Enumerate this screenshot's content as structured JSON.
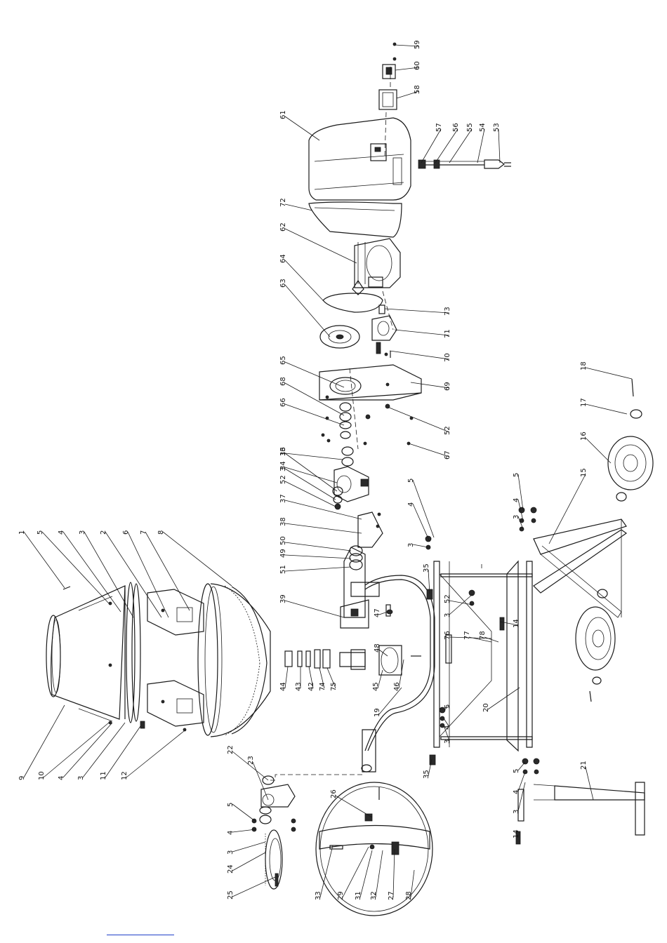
{
  "diagram": {
    "type": "exploded-parts-view",
    "part_numbers": [
      "1",
      "2",
      "3",
      "4",
      "5",
      "6",
      "7",
      "8",
      "9",
      "10",
      "11",
      "12",
      "13",
      "14",
      "15",
      "16",
      "17",
      "18",
      "19",
      "20",
      "21",
      "22",
      "23",
      "24",
      "25",
      "26",
      "27",
      "28",
      "29",
      "31",
      "32",
      "33",
      "34",
      "35",
      "36",
      "37",
      "38",
      "39",
      "42",
      "43",
      "44",
      "45",
      "46",
      "47",
      "48",
      "49",
      "50",
      "51",
      "52",
      "53",
      "54",
      "55",
      "56",
      "57",
      "58",
      "59",
      "60",
      "61",
      "62",
      "63",
      "64",
      "65",
      "66",
      "67",
      "68",
      "69",
      "70",
      "71",
      "72",
      "73",
      "74",
      "75",
      "76",
      "77",
      "78"
    ]
  },
  "callouts": [
    {
      "n": "1"
    },
    {
      "n": "5"
    },
    {
      "n": "4"
    },
    {
      "n": "3"
    },
    {
      "n": "2"
    },
    {
      "n": "6"
    },
    {
      "n": "7"
    },
    {
      "n": "8"
    },
    {
      "n": "9"
    },
    {
      "n": "10"
    },
    {
      "n": "4"
    },
    {
      "n": "3"
    },
    {
      "n": "11"
    },
    {
      "n": "12"
    },
    {
      "n": "22"
    },
    {
      "n": "23"
    },
    {
      "n": "5"
    },
    {
      "n": "4"
    },
    {
      "n": "3"
    },
    {
      "n": "24"
    },
    {
      "n": "25"
    },
    {
      "n": "26"
    },
    {
      "n": "33"
    },
    {
      "n": "29"
    },
    {
      "n": "31"
    },
    {
      "n": "32"
    },
    {
      "n": "27"
    },
    {
      "n": "28"
    },
    {
      "n": "44"
    },
    {
      "n": "43"
    },
    {
      "n": "42"
    },
    {
      "n": "74"
    },
    {
      "n": "75"
    },
    {
      "n": "45"
    },
    {
      "n": "46"
    },
    {
      "n": "19"
    },
    {
      "n": "48"
    },
    {
      "n": "47"
    },
    {
      "n": "39"
    },
    {
      "n": "51"
    },
    {
      "n": "49"
    },
    {
      "n": "50"
    },
    {
      "n": "38"
    },
    {
      "n": "37"
    },
    {
      "n": "52"
    },
    {
      "n": "3"
    },
    {
      "n": "36"
    },
    {
      "n": "34"
    },
    {
      "n": "13"
    },
    {
      "n": "66"
    },
    {
      "n": "68"
    },
    {
      "n": "65"
    },
    {
      "n": "63"
    },
    {
      "n": "64"
    },
    {
      "n": "62"
    },
    {
      "n": "72"
    },
    {
      "n": "61"
    },
    {
      "n": "58"
    },
    {
      "n": "60"
    },
    {
      "n": "59"
    },
    {
      "n": "57"
    },
    {
      "n": "56"
    },
    {
      "n": "55"
    },
    {
      "n": "54"
    },
    {
      "n": "53"
    },
    {
      "n": "73"
    },
    {
      "n": "71"
    },
    {
      "n": "70"
    },
    {
      "n": "69"
    },
    {
      "n": "52"
    },
    {
      "n": "67"
    },
    {
      "n": "5"
    },
    {
      "n": "4"
    },
    {
      "n": "3"
    },
    {
      "n": "35"
    },
    {
      "n": "3"
    },
    {
      "n": "52"
    },
    {
      "n": "76"
    },
    {
      "n": "77"
    },
    {
      "n": "78"
    },
    {
      "n": "5"
    },
    {
      "n": "4"
    },
    {
      "n": "3"
    },
    {
      "n": "20"
    },
    {
      "n": "35"
    },
    {
      "n": "5"
    },
    {
      "n": "4"
    },
    {
      "n": "3"
    },
    {
      "n": "14"
    },
    {
      "n": "21"
    },
    {
      "n": "5"
    },
    {
      "n": "4"
    },
    {
      "n": "3"
    },
    {
      "n": "14"
    },
    {
      "n": "15"
    },
    {
      "n": "16"
    },
    {
      "n": "17"
    },
    {
      "n": "18"
    }
  ]
}
